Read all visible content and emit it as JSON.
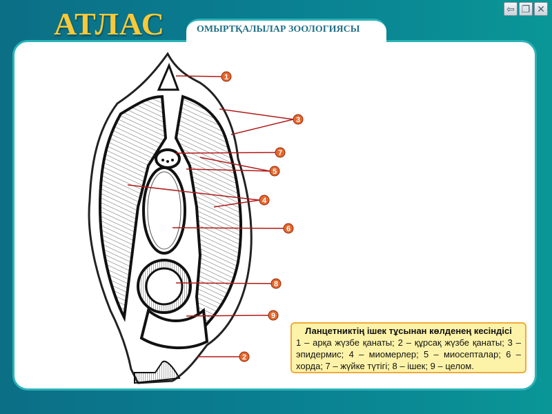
{
  "header": {
    "logo": "АТЛАС",
    "subtitle": "ОМЫРТҚАЛЫЛАР ЗООЛОГИЯСЫ"
  },
  "window_buttons": [
    {
      "name": "back",
      "glyph": "⇦"
    },
    {
      "name": "restore",
      "glyph": "❐"
    },
    {
      "name": "close",
      "glyph": "✕"
    }
  ],
  "labels": [
    "1",
    "2",
    "3",
    "4",
    "5",
    "6",
    "7",
    "8",
    "9"
  ],
  "caption": {
    "title": "Ланцетниктің ішек тұсынан көлденең кесіндісі",
    "line1": "1 – арқа жүзбе қанаты; 2 – құрсақ жүзбе қанаты; 3 –",
    "line2": "эпидермис; 4 – миомерлер; 5 – миосепталар; 6 –",
    "line3": "хорда; 7 – жүйке түтігі; 8 – ішек; 9 – целом."
  },
  "colors": {
    "label_fill": "#e8662a",
    "leader": "#b01818",
    "panel_border": "#2bb3b8",
    "caption_bg": "#fdf3a8"
  }
}
